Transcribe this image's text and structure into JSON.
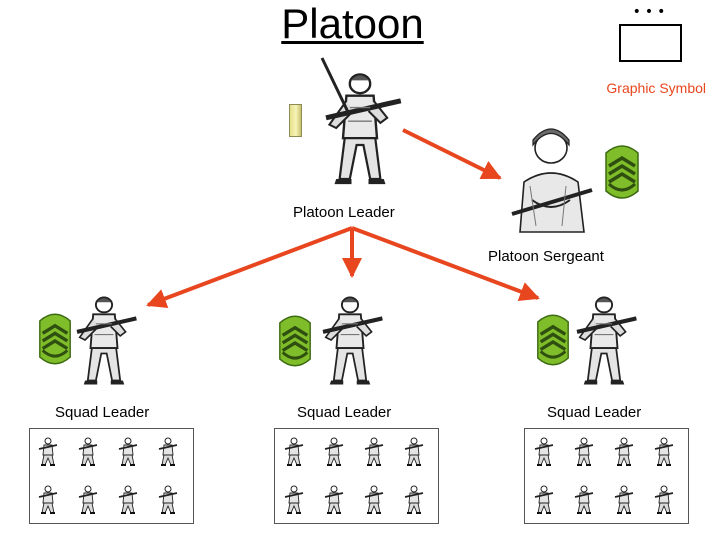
{
  "title": "Platoon",
  "symbol": {
    "dots": "•••",
    "label": "Graphic Symbol"
  },
  "nodes": {
    "platoon_leader": "Platoon Leader",
    "platoon_sergeant": "Platoon Sergeant",
    "squad_leaders": [
      "Squad Leader",
      "Squad Leader",
      "Squad Leader"
    ]
  },
  "icons": {
    "soldier": "soldier-icon",
    "rank": "sergeant-chevrons-icon",
    "lieutenant": "lieutenant-bar-icon"
  },
  "colors": {
    "arrow": "#e8461f",
    "chevron": "#5a9e1f",
    "label_accent": "#e8461f"
  }
}
